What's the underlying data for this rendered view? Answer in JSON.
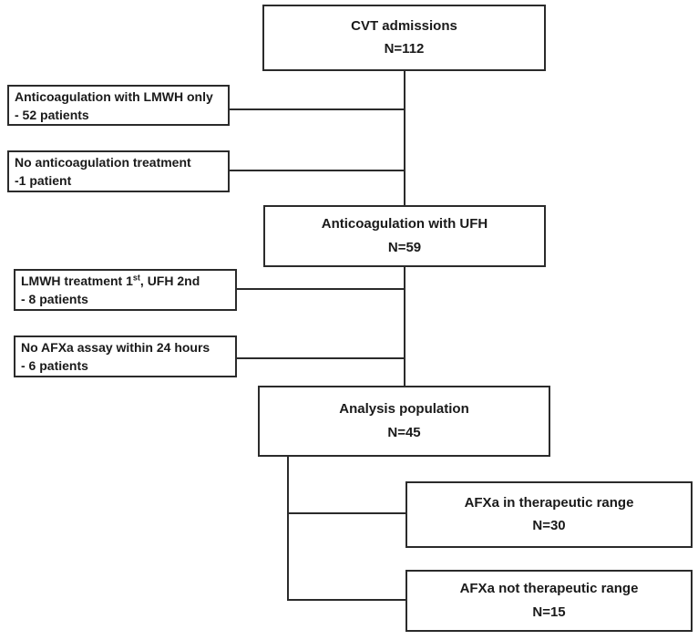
{
  "figure": {
    "type": "patient-flow-diagram",
    "background_color": "#ffffff",
    "border_color": "#2b2b2b",
    "text_color": "#1a1a1a"
  },
  "boxes": {
    "cvt_admissions": {
      "line1": "CVT admissions",
      "line2": "N=112"
    },
    "lmwh_only": {
      "line1": "Anticoagulation with LMWH only",
      "line2": "- 52 patients"
    },
    "no_anticoagulation": {
      "line1": "No anticoagulation treatment",
      "line2": "-1 patient"
    },
    "ufh": {
      "line1": "Anticoagulation with UFH",
      "line2": "N=59"
    },
    "lmwh_first": {
      "line1_part1": "LMWH treatment 1",
      "line1_sup": "st",
      "line1_part2": ", UFH 2nd",
      "line2": "- 8 patients"
    },
    "no_afxa_assay": {
      "line1": "No AFXa assay within 24 hours",
      "line2": "- 6 patients"
    },
    "analysis_population": {
      "line1": "Analysis population",
      "line2": "N=45"
    },
    "afxa_in_range": {
      "line1": "AFXa in therapeutic range",
      "line2": "N=30"
    },
    "afxa_not_range": {
      "line1": "AFXa not therapeutic range",
      "line2": "N=15"
    }
  }
}
